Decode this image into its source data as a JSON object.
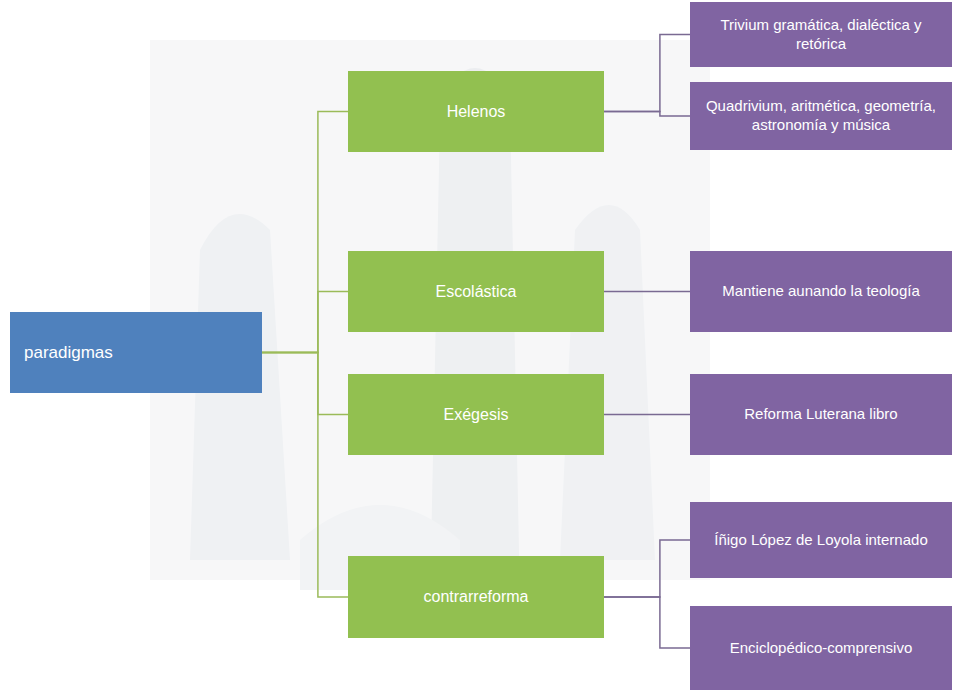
{
  "diagram": {
    "nodes": [
      {
        "text": [
          "paradigmas"
        ]
      },
      {
        "text": [
          "Helenos"
        ]
      },
      {
        "text": [
          "Trivium gramática, dialéctica y retórica"
        ]
      },
      {
        "text": [
          "Quadrivium, aritmética, geometría, astronomía y música"
        ]
      },
      {
        "text": [
          "Escolástica"
        ]
      },
      {
        "text": [
          "Mantiene aunando la teología"
        ]
      },
      {
        "text": [
          "Exégesis"
        ]
      },
      {
        "text": [
          "Reforma Luterana libro"
        ]
      },
      {
        "text": [
          "contrarreforma"
        ]
      },
      {
        "text": [
          "Íñigo López de Loyola internado"
        ]
      },
      {
        "text": [
          "Enciclopédico-comprensivo"
        ]
      }
    ],
    "edges": [
      {
        "from": 0,
        "to": 1,
        "arrow": "none"
      },
      {
        "from": 0,
        "to": 4,
        "arrow": "none"
      },
      {
        "from": 0,
        "to": 6,
        "arrow": "none"
      },
      {
        "from": 0,
        "to": 8,
        "arrow": "none"
      },
      {
        "from": 1,
        "to": 2,
        "arrow": "none"
      },
      {
        "from": 1,
        "to": 3,
        "arrow": "none"
      },
      {
        "from": 4,
        "to": 5,
        "arrow": "none"
      },
      {
        "from": 6,
        "to": 7,
        "arrow": "none"
      },
      {
        "from": 8,
        "to": 9,
        "arrow": "none"
      },
      {
        "from": 8,
        "to": 10,
        "arrow": "none"
      }
    ]
  }
}
